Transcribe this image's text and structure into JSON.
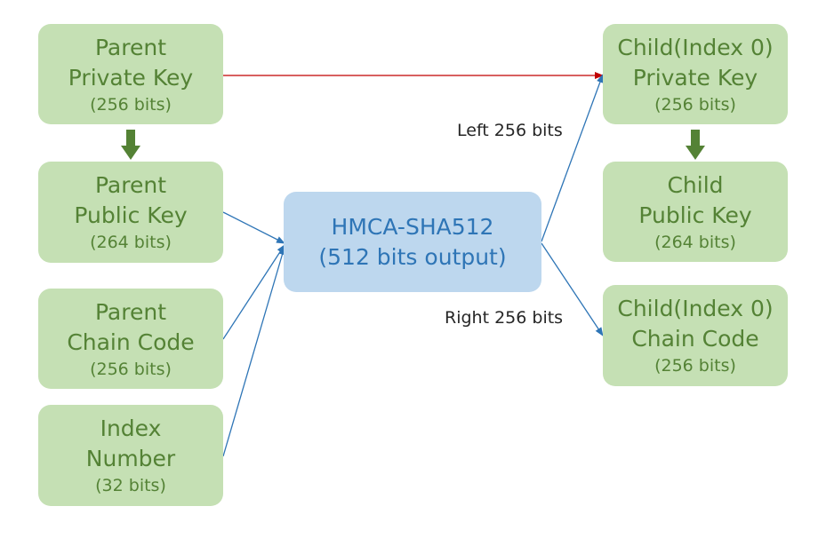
{
  "parent_private_key": {
    "line1": "Parent",
    "line2": "Private Key",
    "bits": "(256 bits)"
  },
  "parent_public_key": {
    "line1": "Parent",
    "line2": "Public Key",
    "bits": "(264 bits)"
  },
  "parent_chain_code": {
    "line1": "Parent",
    "line2": "Chain Code",
    "bits": "(256 bits)"
  },
  "index_number": {
    "line1": "Index",
    "line2": "Number",
    "bits": "(32 bits)"
  },
  "hmac": {
    "line1": "HMCA-SHA512",
    "line2": "(512 bits output)"
  },
  "child_private_key": {
    "line1": "Child(Index 0)",
    "line2": "Private Key",
    "bits": "(256 bits)"
  },
  "child_public_key": {
    "line1": "Child",
    "line2": "Public Key",
    "bits": "(264 bits)"
  },
  "child_chain_code": {
    "line1": "Child(Index 0)",
    "line2": "Chain Code",
    "bits": "(256 bits)"
  },
  "labels": {
    "left": "Left 256 bits",
    "right": "Right 256 bits"
  },
  "colors": {
    "green_box": "#c5e0b4",
    "green_text": "#548235",
    "green_arrow": "#548235",
    "blue_box": "#bdd7ee",
    "blue_text": "#2e75b6",
    "blue_arrow": "#2e75b6",
    "red_arrow": "#c00000"
  }
}
